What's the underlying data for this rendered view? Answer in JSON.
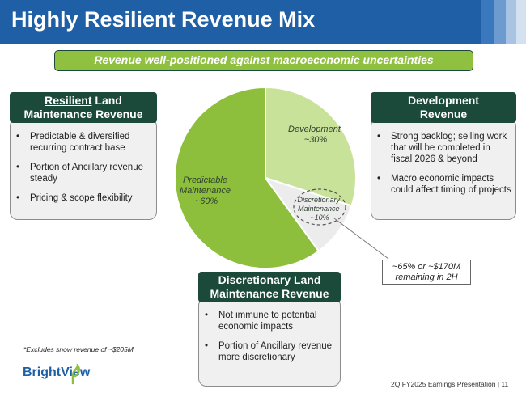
{
  "header": {
    "title": "Highly Resilient Revenue Mix"
  },
  "banner": {
    "text": "Revenue well-positioned against macroeconomic uncertainties"
  },
  "left_card": {
    "title_underlined": "Resilient",
    "title_rest": " Land",
    "title_line2": "Maintenance Revenue",
    "bullets": [
      "Predictable & diversified recurring contract base",
      "Portion of Ancillary revenue steady",
      "Pricing & scope flexibility"
    ]
  },
  "right_card": {
    "title_line1": "Development",
    "title_line2": "Revenue",
    "bullets": [
      "Strong backlog; selling work that will be completed in fiscal 2026 & beyond",
      "Macro economic impacts could affect timing of projects"
    ]
  },
  "bottom_card": {
    "title_underlined": "Discretionary",
    "title_rest": " Land",
    "title_line2": "Maintenance Revenue",
    "bullets": [
      "Not immune to potential economic impacts",
      "Portion of Ancillary revenue more discretionary"
    ]
  },
  "bullet_glyph": "•",
  "callout": {
    "line1": "~65% or ~$170M",
    "line2": "remaining in 2H"
  },
  "footnote": "*Excludes snow revenue of ~$205M",
  "logo": {
    "text": "BrightView"
  },
  "footer": "2Q FY2025 Earnings Presentation | 11",
  "colors": {
    "header": "#1f5fa5",
    "card_header": "#1b4a3a",
    "banner": "#90c040",
    "predictable": "#8dbf3c",
    "development": "#c8e29a",
    "discretionary": "#ececec"
  },
  "chart_data": {
    "type": "pie",
    "slices": [
      {
        "label_line1": "Development",
        "label_line2": "~30%",
        "value": 30,
        "color": "#c8e29a"
      },
      {
        "label_line1": "Discretionary",
        "label_line2": "Maintenance",
        "label_line3": "~10%",
        "value": 10,
        "color": "#ececec"
      },
      {
        "label_line1": "Predictable",
        "label_line2": "Maintenance",
        "label_line3": "~60%",
        "value": 60,
        "color": "#8dbf3c"
      }
    ]
  }
}
